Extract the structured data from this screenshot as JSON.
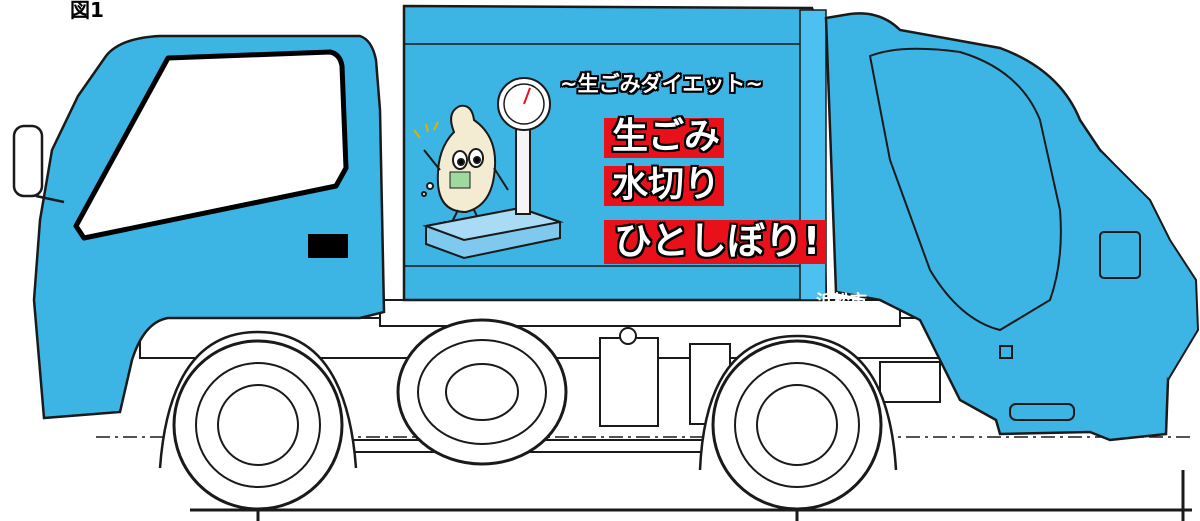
{
  "figure": {
    "label": "図1"
  },
  "truck": {
    "body_color": "#3cb5e5",
    "line_color": "#1a1a1a",
    "slogan_top": "~生ごみダイエット~",
    "slogan_lines": [
      "生ごみ",
      "水切り",
      "ひとしぼり!"
    ],
    "accent_color": "#e8111a",
    "city": "浜松市"
  },
  "icons": {
    "mascot": "garbage-bag-mascot-icon",
    "scale": "weighing-scale-icon"
  }
}
